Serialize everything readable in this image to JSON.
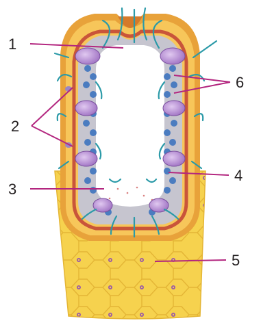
{
  "figure": {
    "labels": [
      {
        "id": "label-1",
        "text": "1"
      },
      {
        "id": "label-2",
        "text": "2"
      },
      {
        "id": "label-3",
        "text": "3"
      },
      {
        "id": "label-4",
        "text": "4"
      },
      {
        "id": "label-5",
        "text": "5"
      },
      {
        "id": "label-6",
        "text": "6"
      }
    ],
    "colors": {
      "leader": "#b3267f",
      "outer_wall": "#e8a23a",
      "outer_layer": "#f4c74a",
      "mesoglea": "#c9553a",
      "inner_layer": "#b9b8c2",
      "cavity": "#ffffff",
      "cells_blue": "#4b7cc0",
      "cells_purple": "#9b86c4",
      "tentacle": "#2b9aa8",
      "base_tissue": "#f6d24e"
    }
  }
}
